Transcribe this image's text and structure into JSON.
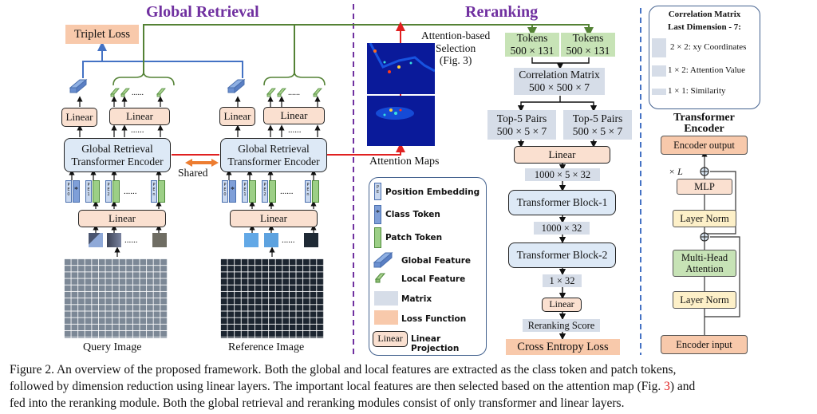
{
  "sections": {
    "global_retrieval_title": "Global Retrieval",
    "reranking_title": "Reranking"
  },
  "global_retrieval": {
    "triplet_loss": "Triplet Loss",
    "linear": "Linear",
    "encoder_line1": "Global Retrieval",
    "encoder_line2": "Transformer Encoder",
    "shared": "Shared",
    "dots": "......",
    "pe_tokens": [
      {
        "l1": "P",
        "l2": "E",
        "l3": "0"
      },
      {
        "l1": "P",
        "l2": "E",
        "l3": "1"
      },
      {
        "l1": "P",
        "l2": "E",
        "l3": "2"
      },
      {
        "l1": "P",
        "l2": "E",
        "l3": "n"
      }
    ],
    "class_token_symbol": "*",
    "query_image_label": "Query Image",
    "reference_image_label": "Reference Image"
  },
  "attention": {
    "selection_line1": "Attention-based",
    "selection_line2": "Selection",
    "selection_line3": "(Fig. 3)",
    "maps_label": "Attention Maps"
  },
  "legend": {
    "pe_l1": "P",
    "pe_l2": "E",
    "position_embedding": "Position Embedding",
    "class_token": "Class Token",
    "patch_token": "Patch Token",
    "global_feature": "Global Feature",
    "local_feature": "Local Feature",
    "matrix": "Matrix",
    "loss_function": "Loss Function",
    "linear_box": "Linear",
    "linear_projection": "Linear Projection"
  },
  "reranking": {
    "tokens_l1": "Tokens",
    "tokens_l2": "500 × 131",
    "corr_l1": "Correlation Matrix",
    "corr_l2": "500 × 500 × 7",
    "top5_l1": "Top-5 Pairs",
    "top5_l2": "500 × 5 × 7",
    "linear": "Linear",
    "dim1": "1000 × 5 × 32",
    "block1": "Transformer Block-1",
    "dim2": "1000 × 32",
    "block2": "Transformer Block-2",
    "dim3": "1 × 32",
    "linear2": "Linear",
    "score": "Reranking Score",
    "loss": "Cross Entropy Loss"
  },
  "corr_legend": {
    "title_l1": "Correlation Matrix",
    "title_l2": "Last Dimension - 7:",
    "item1": "2 × 2: xy Coordinates",
    "item2": "1 × 2: Attention Value",
    "item3": "1 × 1: Similarity"
  },
  "transformer_encoder": {
    "title_l1": "Transformer",
    "title_l2": "Encoder",
    "output": "Encoder output",
    "times_l": "× L",
    "mlp": "MLP",
    "layer_norm": "Layer Norm",
    "mha_l1": "Multi-Head",
    "mha_l2": "Attention",
    "input": "Encoder input"
  },
  "caption": {
    "line1": "Figure 2.  An overview of the proposed framework.  Both the global and local features are extracted as the class token and patch tokens,",
    "line2_a": "followed by dimension reduction using linear layers. The important local features are then selected based on the attention map (Fig. ",
    "line2_ref": "3",
    "line2_b": ") and",
    "line3": "fed into the reranking module. Both the global retrieval and reranking modules consist of only transformer and linear layers."
  },
  "colors": {
    "section_title": "#7030a0",
    "global_line": "#4472c4",
    "local_line": "#548235",
    "attention_line": "#e02020",
    "shared_arrow": "#ed7d31",
    "linear_fill": "#fae0d0",
    "encoder_fill": "#dde9f6",
    "matrix_fill": "#d6dde8",
    "token_fill": "#c7e3b6",
    "loss_fill": "#f8c9ab"
  }
}
